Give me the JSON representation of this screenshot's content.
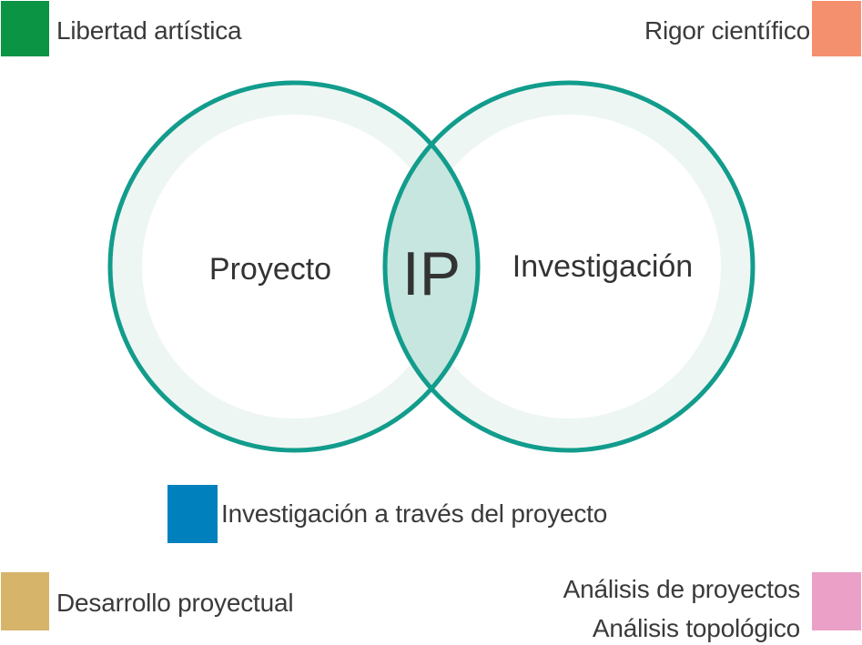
{
  "legend": {
    "top_left": {
      "label": "Libertad artística",
      "color": "#0b9444"
    },
    "top_right": {
      "label": "Rigor científico",
      "color": "#f5906f"
    },
    "middle": {
      "label": "Investigación a través del proyecto",
      "color": "#0081be"
    },
    "bottom_left": {
      "label": "Desarrollo proyectual",
      "color": "#d6b46a"
    },
    "bottom_right": {
      "line1": "Análisis de proyectos",
      "line2": "Análisis topológico",
      "color": "#eaa0c7"
    }
  },
  "venn": {
    "left_label": "Proyecto",
    "right_label": "Investigación",
    "intersection_label": "IP",
    "stroke_color": "#129c8c",
    "ring_color": "#eef6f3",
    "intersection_color": "#c6e6df"
  }
}
